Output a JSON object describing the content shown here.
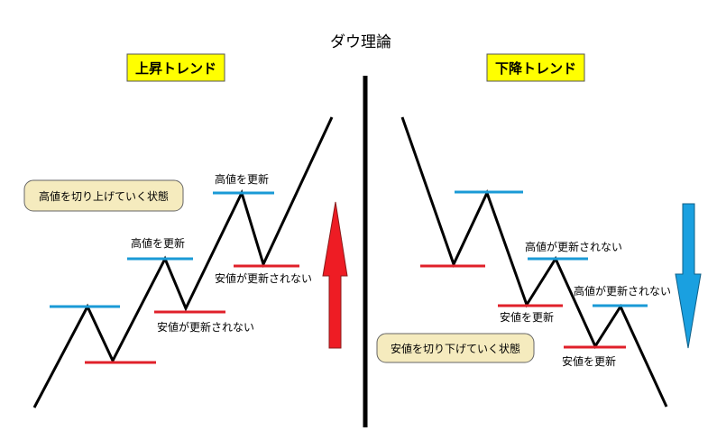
{
  "title": "ダウ理論",
  "uptrend": {
    "heading": "上昇トレンド",
    "description": "高値を切り上げていく状態",
    "higher_high_label_1": "高値を更新",
    "higher_high_label_2": "高値を更新",
    "low_label_1": "安値が更新されない",
    "low_label_2": "安値が更新されない"
  },
  "downtrend": {
    "heading": "下降トレンド",
    "description": "安値を切り下げていく状態",
    "high_label_1": "高値が更新されない",
    "high_label_2": "高値が更新されない",
    "lower_low_label_1": "安値を更新",
    "lower_low_label_2": "安値を更新"
  },
  "colors": {
    "high_line": "#1a9ad6",
    "low_line": "#e0202a",
    "heading_box": "#ffff00",
    "description_box": "#f5ebbe",
    "up_arrow": "#ee1c24",
    "down_arrow": "#1aa0e0",
    "price_line": "#000000",
    "divider": "#000000"
  },
  "icons": {
    "up_arrow": "up-arrow-icon",
    "down_arrow": "down-arrow-icon"
  }
}
